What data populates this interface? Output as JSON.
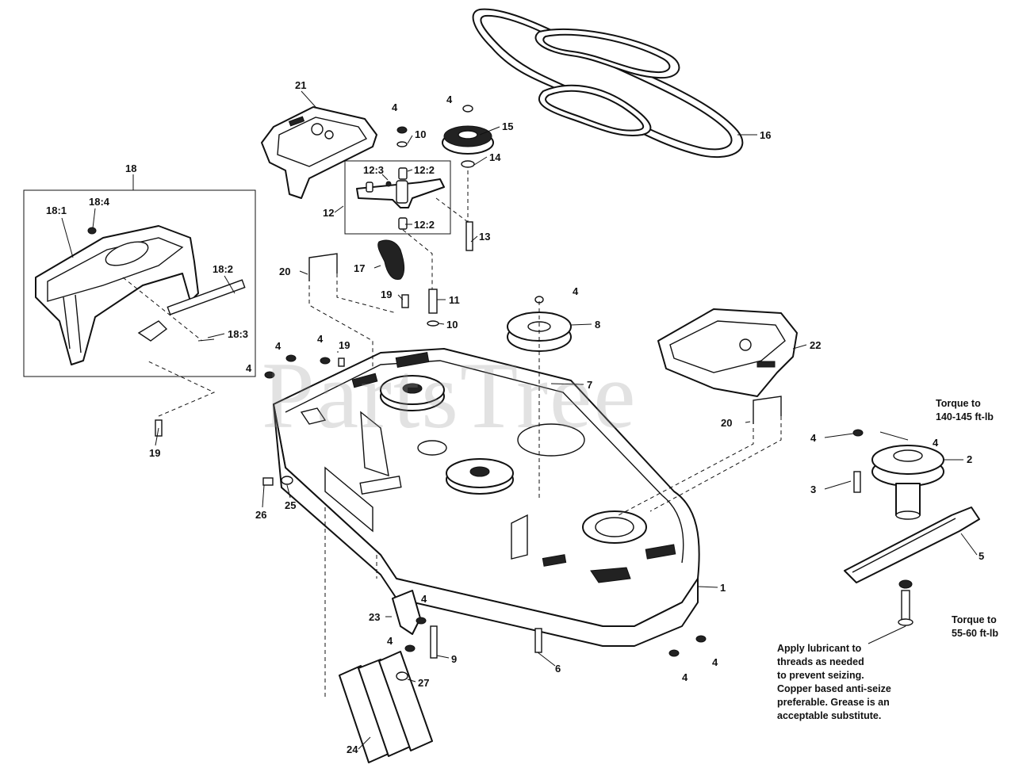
{
  "watermark": "PartsTree",
  "callouts": [
    {
      "id": "c1",
      "text": "1"
    },
    {
      "id": "c2",
      "text": "2"
    },
    {
      "id": "c3",
      "text": "3"
    },
    {
      "id": "c4a",
      "text": "4"
    },
    {
      "id": "c4b",
      "text": "4"
    },
    {
      "id": "c4c",
      "text": "4"
    },
    {
      "id": "c4d",
      "text": "4"
    },
    {
      "id": "c4e",
      "text": "4"
    },
    {
      "id": "c4f",
      "text": "4"
    },
    {
      "id": "c4g",
      "text": "4"
    },
    {
      "id": "c4h",
      "text": "4"
    },
    {
      "id": "c4i",
      "text": "4"
    },
    {
      "id": "c4j",
      "text": "4"
    },
    {
      "id": "c4k",
      "text": "4"
    },
    {
      "id": "c4l",
      "text": "4"
    },
    {
      "id": "c5",
      "text": "5"
    },
    {
      "id": "c6",
      "text": "6"
    },
    {
      "id": "c7",
      "text": "7"
    },
    {
      "id": "c8",
      "text": "8"
    },
    {
      "id": "c9",
      "text": "9"
    },
    {
      "id": "c10a",
      "text": "10"
    },
    {
      "id": "c10b",
      "text": "10"
    },
    {
      "id": "c11",
      "text": "11"
    },
    {
      "id": "c12",
      "text": "12"
    },
    {
      "id": "c12_2a",
      "text": "12:2"
    },
    {
      "id": "c12_2b",
      "text": "12:2"
    },
    {
      "id": "c12_3",
      "text": "12:3"
    },
    {
      "id": "c13",
      "text": "13"
    },
    {
      "id": "c14",
      "text": "14"
    },
    {
      "id": "c15",
      "text": "15"
    },
    {
      "id": "c16",
      "text": "16"
    },
    {
      "id": "c17",
      "text": "17"
    },
    {
      "id": "c18",
      "text": "18"
    },
    {
      "id": "c18_1",
      "text": "18:1"
    },
    {
      "id": "c18_2",
      "text": "18:2"
    },
    {
      "id": "c18_3",
      "text": "18:3"
    },
    {
      "id": "c18_4",
      "text": "18:4"
    },
    {
      "id": "c19a",
      "text": "19"
    },
    {
      "id": "c19b",
      "text": "19"
    },
    {
      "id": "c19c",
      "text": "19"
    },
    {
      "id": "c20a",
      "text": "20"
    },
    {
      "id": "c20b",
      "text": "20"
    },
    {
      "id": "c21",
      "text": "21"
    },
    {
      "id": "c22",
      "text": "22"
    },
    {
      "id": "c23",
      "text": "23"
    },
    {
      "id": "c24",
      "text": "24"
    },
    {
      "id": "c25",
      "text": "25"
    },
    {
      "id": "c26",
      "text": "26"
    },
    {
      "id": "c27",
      "text": "27"
    }
  ],
  "notes": {
    "torque_spindle": "Torque to\n140-145 ft-lb",
    "torque_blade": "Torque to\n55-60 ft-lb",
    "lubricant": "Apply lubricant to\nthreads as needed\nto prevent seizing.\nCopper based anti-seize\npreferable. Grease is an\nacceptable substitute."
  }
}
